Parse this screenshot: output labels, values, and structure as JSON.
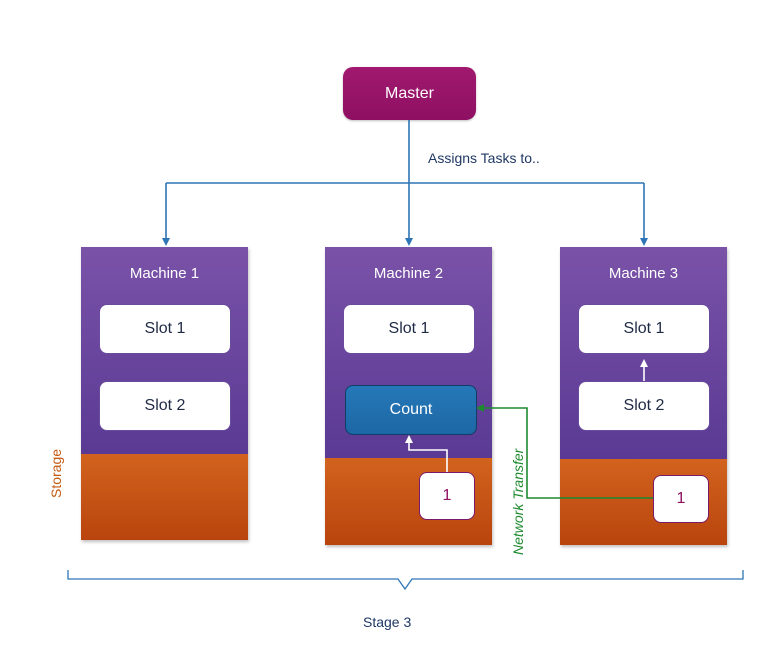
{
  "master": {
    "label": "Master"
  },
  "assign_label": "Assigns Tasks to..",
  "machines": [
    {
      "title": "Machine 1",
      "slots": [
        "Slot 1",
        "Slot 2"
      ]
    },
    {
      "title": "Machine 2",
      "slots": [
        "Slot 1"
      ],
      "count_label": "Count",
      "partition_label": "1"
    },
    {
      "title": "Machine 3",
      "slots": [
        "Slot 1",
        "Slot 2"
      ],
      "partition_label": "1"
    }
  ],
  "storage_label": "Storage",
  "network_label": "Network Transfer",
  "stage_label": "Stage 3",
  "colors": {
    "master": "#8e1062",
    "machine": "#5a3a94",
    "storage": "#c55a11",
    "arrow_blue": "#2e75b6",
    "arrow_green": "#1e8a2e",
    "count": "#1d67a5"
  }
}
